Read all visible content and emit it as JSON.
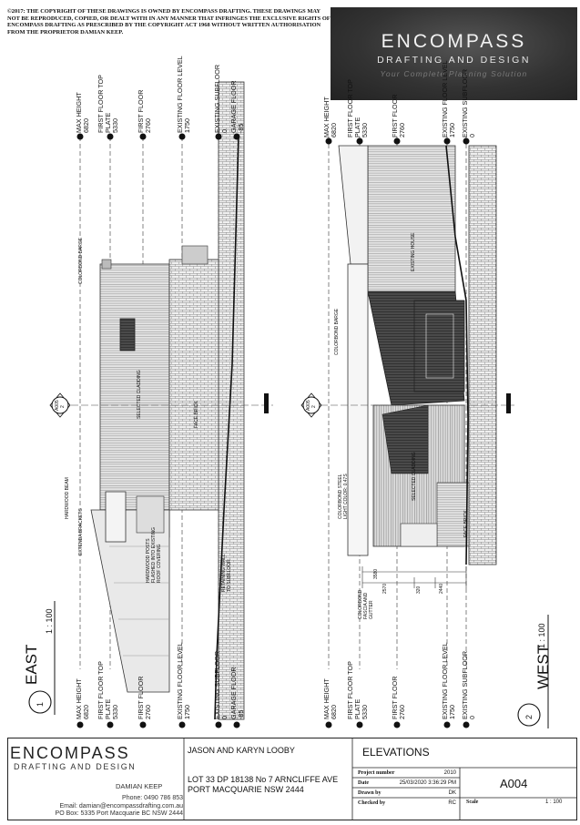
{
  "copyright": "©2017: THE COPYRIGHT OF THESE DRAWINGS IS OWNED BY ENCOMPASS DRAFTING. THESE DRAWINGS MAY NOT BE REPRODUCED, COPIED, OR DEALT WITH IN ANY MANNER THAT INFRINGES THE EXCLUSIVE RIGHTS OF ENCOMPASS DRAFTING AS PRESCRIBED BY THE COPYRIGHT ACT 1968 WITHOUT WRITTEN AUTHORISATION FROM THE PROPRIETOR DAMIAN KEEP.",
  "logo": {
    "name": "ENCOMPASS",
    "sub": "DRAFTING AND DESIGN",
    "tagline": "Your Complete Planning Solution"
  },
  "east": {
    "title": "EAST",
    "number": "1",
    "scale": "1 : 100",
    "section_tag": {
      "num": "2",
      "sheet": "A005"
    },
    "levels": [
      {
        "name": "MAX HEIGHT",
        "value": "6820"
      },
      {
        "name": "FIRST FLOOR TOP PLATE",
        "value": "5330"
      },
      {
        "name": "FIRST FLOOR",
        "value": "2760"
      },
      {
        "name": "EXISTING FLOOR LEVEL",
        "value": "1750"
      },
      {
        "name": "EXISTING SUBFLOOR",
        "value": "0"
      },
      {
        "name": "GARAGE FLOOR",
        "value": "-85"
      }
    ],
    "notes": {
      "barge": "COLORBOND BARGE",
      "cladding": "SELECTED CLADDING",
      "brick": "FACE BRICK",
      "beam": "HARDWOOD BEAM",
      "brackets": "EXTENDA BRACKETS",
      "posts": "HARDWOOD POSTS FLASHED INTO EXISTING ROOF COVERING",
      "retaining": "RETAINING WALL TO SUBFLOOR"
    }
  },
  "west": {
    "title": "WEST",
    "number": "2",
    "scale": "1 : 100",
    "section_tag": {
      "num": "2",
      "sheet": "A005"
    },
    "levels": [
      {
        "name": "MAX HEIGHT",
        "value": "6820"
      },
      {
        "name": "FIRST FLOOR TOP PLATE",
        "value": "5330"
      },
      {
        "name": "FIRST FLOOR",
        "value": "2760"
      },
      {
        "name": "EXISTING FLOOR LEVEL",
        "value": "1750"
      },
      {
        "name": "EXISTING SUBFLOOR",
        "value": "0"
      }
    ],
    "notes": {
      "existing_house": "EXISTING HOUSE",
      "barge": "COLORBOND BARGE",
      "steel_light": "COLORBOND STEEL LIGHT COLOR: 0.47S",
      "cladding": "SELECTED CLADDING",
      "brick": "FACE BRICK",
      "fascia": "COLORBOND FASCIA AND GUTTER"
    },
    "dims": {
      "overall": "3580",
      "a": "2570",
      "b": "320",
      "c": "2440"
    }
  },
  "title_block": {
    "company": "ENCOMPASS",
    "company_sub": "DRAFTING AND DESIGN",
    "designer": "DAMIAN KEEP",
    "phone": "Phone: 0490 786 853",
    "email": "Email: damian@encompassdrafting.com.au",
    "po_box": "PO Box: 5335 Port Macquarie BC NSW 2444",
    "client": "JASON AND KARYN LOOBY",
    "lot": "LOT 33 DP 18138 No 7 ARNCLIFFE AVE PORT MACQUARIE NSW 2444",
    "sheet_title": "ELEVATIONS",
    "project_number_label": "Project number",
    "project_number": "2010",
    "date_label": "Date",
    "date": "25/03/2020 3:36:29 PM",
    "drawn_by_label": "Drawn by",
    "drawn_by": "DK",
    "checked_by_label": "Checked by",
    "checked_by": "RC",
    "drawing_number": "A004",
    "scale_label": "Scale",
    "scale": "1 : 100"
  }
}
